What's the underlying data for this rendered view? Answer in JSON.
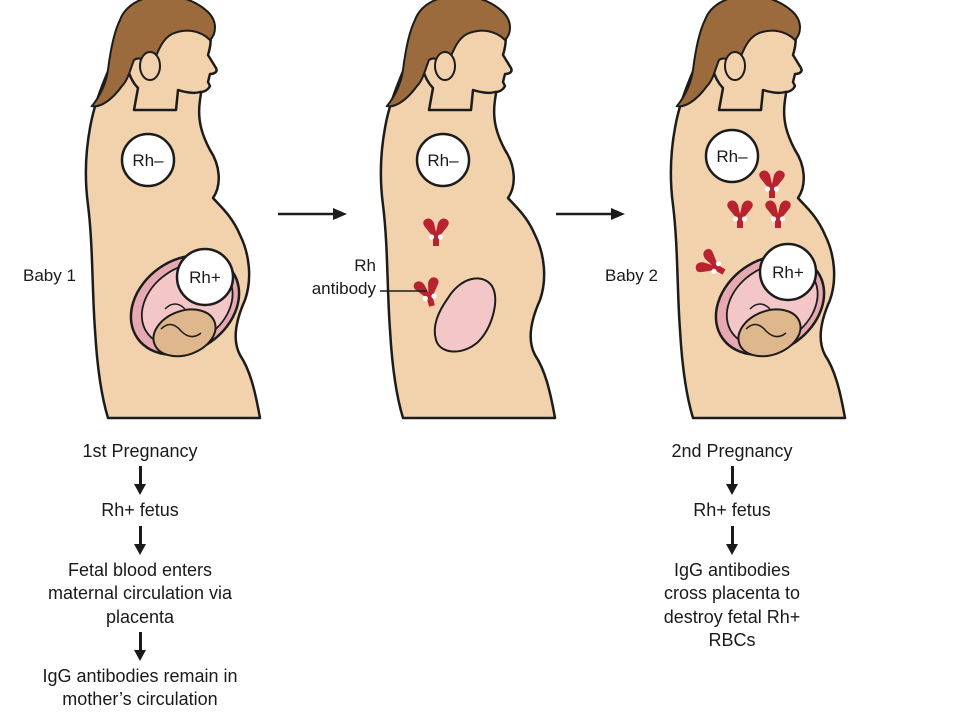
{
  "colors": {
    "skin": "#f1d2ad",
    "outline": "#1c1c1c",
    "hair": "#9b6a3d",
    "uterus": "#e6a9b2",
    "fetus": "#dfb78c",
    "antibody": "#b8232f",
    "placenta": "#f3c6c8"
  },
  "panel1": {
    "rh_mother": "Rh–",
    "rh_fetus": "Rh+",
    "baby_label": "Baby 1"
  },
  "panel2": {
    "rh_mother": "Rh–",
    "antibody_label_line1": "Rh",
    "antibody_label_line2": "antibody"
  },
  "panel3": {
    "rh_mother": "Rh–",
    "rh_fetus": "Rh+",
    "baby_label": "Baby 2"
  },
  "flow_left": {
    "steps": [
      "1st Pregnancy",
      "Rh+ fetus",
      "Fetal blood enters maternal circulation via placenta",
      "IgG antibodies remain in mother’s circulation"
    ]
  },
  "flow_right": {
    "steps": [
      "2nd Pregnancy",
      "Rh+ fetus",
      "IgG antibodies cross placenta to destroy fetal Rh+ RBCs"
    ]
  }
}
